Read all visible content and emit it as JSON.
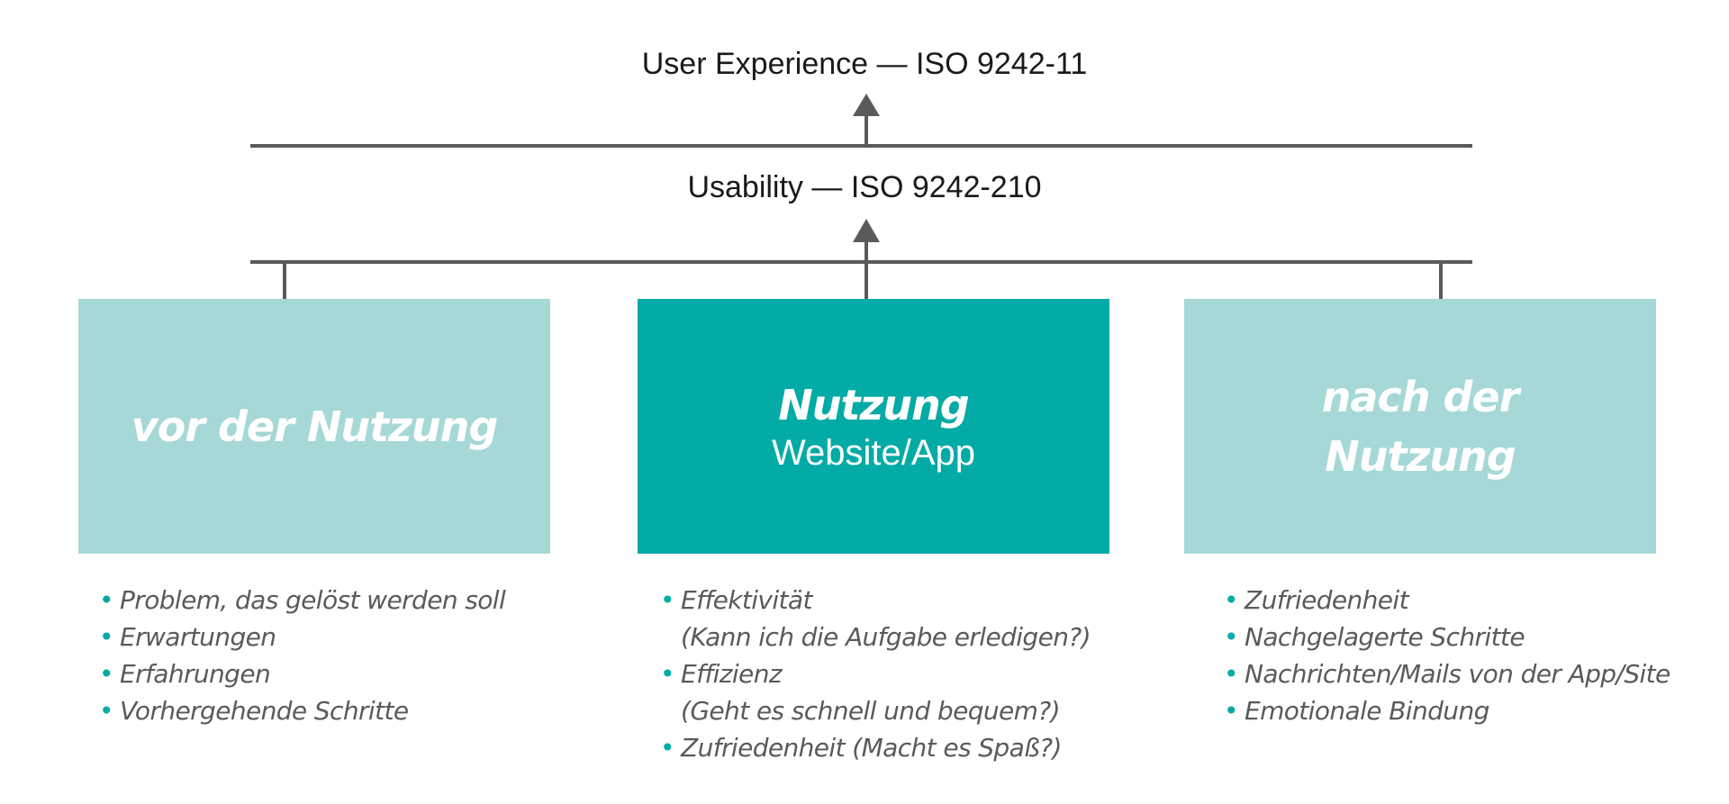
{
  "levels": {
    "ux_label": "User Experience — ISO 9242-11",
    "usability_label": "Usability — ISO 9242-210"
  },
  "colors": {
    "box_light": "#a5d8d6",
    "box_dark": "#02aba5",
    "connector": "#5a5a5a",
    "bullet_dot": "#02aba5",
    "bullet_text": "#5a5a5a"
  },
  "columns": [
    {
      "title": "vor der Nutzung",
      "subtitle": "",
      "bullets": [
        {
          "text": "Problem, das gelöst werden soll"
        },
        {
          "text": "Erwartungen"
        },
        {
          "text": "Erfahrungen"
        },
        {
          "text": "Vorhergehende Schritte"
        }
      ]
    },
    {
      "title": "Nutzung",
      "subtitle": "Website/App",
      "bullets": [
        {
          "text": "Effektivität",
          "note": "(Kann ich die Aufgabe erledigen?)"
        },
        {
          "text": "Effizienz",
          "note": "(Geht es schnell und bequem?)"
        },
        {
          "text": "Zufriedenheit (Macht es Spaß?)"
        }
      ]
    },
    {
      "title": "nach der Nutzung",
      "subtitle": "",
      "bullets": [
        {
          "text": "Zufriedenheit"
        },
        {
          "text": "Nachgelagerte Schritte"
        },
        {
          "text": "Nachrichten/Mails von der App/Site"
        },
        {
          "text": "Emotionale Bindung"
        }
      ]
    }
  ]
}
